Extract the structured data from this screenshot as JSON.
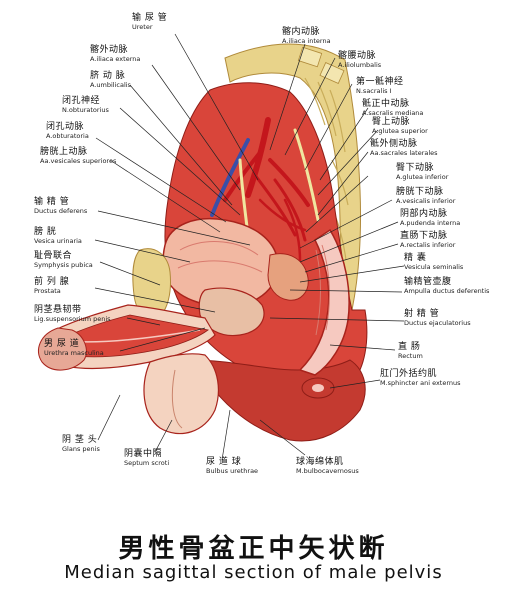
{
  "title_zh": "男性骨盆正中矢状断",
  "title_en": "Median sagittal section of male pelvis",
  "labels": {
    "ureter": {
      "zh": "输 尿 管",
      "la": "Ureter"
    },
    "iliaca_externa": {
      "zh": "髂外动脉",
      "la": "A.iliaca externa"
    },
    "umbilicalis": {
      "zh": "脐 动 脉",
      "la": "A.umbilicalis"
    },
    "n_obturatorius": {
      "zh": "闭孔神经",
      "la": "N.obturatorius"
    },
    "a_obturatoria": {
      "zh": "闭孔动脉",
      "la": "A.obturatoria"
    },
    "vesicales_sup": {
      "zh": "膀胱上动脉",
      "la": "Aa.vesicales superiores"
    },
    "ductus_deferens": {
      "zh": "输 精 管",
      "la": "Ductus deferens"
    },
    "vesica": {
      "zh": "膀   胱",
      "la": "Vesica urinaria"
    },
    "symphysis": {
      "zh": "耻骨联合",
      "la": "Symphysis pubica"
    },
    "prostata": {
      "zh": "前 列 腺",
      "la": "Prostata"
    },
    "lig_penis": {
      "zh": "阴茎悬韧带",
      "la": "Lig.suspensorium penis"
    },
    "urethra": {
      "zh": "男 尿 道",
      "la": "Urethra masculina"
    },
    "glans": {
      "zh": "阴 茎 头",
      "la": "Glans penis"
    },
    "septum": {
      "zh": "阴囊中隔",
      "la": "Septum scroti"
    },
    "bulbus": {
      "zh": "尿 道 球",
      "la": "Bulbus urethrae"
    },
    "bulbocav": {
      "zh": "球海绵体肌",
      "la": "M.bulbocavernosus"
    },
    "iliaca_interna": {
      "zh": "髂内动脉",
      "la": "A.iliaca interna"
    },
    "iliolumbalis": {
      "zh": "髂腰动脉",
      "la": "A.iliolumbalis"
    },
    "n_sacralis": {
      "zh": "第一骶神经",
      "la": "N.sacralis  I"
    },
    "sacralis_med": {
      "zh": "骶正中动脉",
      "la": "A.sacralis mediana"
    },
    "glutea_sup": {
      "zh": "臀上动脉",
      "la": "A.glutea superior"
    },
    "sacrales_lat": {
      "zh": "骶外侧动脉",
      "la": "Aa.sacrales laterales"
    },
    "glutea_inf": {
      "zh": "臀下动脉",
      "la": "A.glutea inferior"
    },
    "vesicalis_inf": {
      "zh": "膀胱下动脉",
      "la": "A.vesicalis inferior"
    },
    "pudenda": {
      "zh": "阴部内动脉",
      "la": "A.pudenda interna"
    },
    "rectalis_inf": {
      "zh": "直肠下动脉",
      "la": "A.rectalis inferior"
    },
    "vesicula": {
      "zh": "精   囊",
      "la": "Vesicula seminalis"
    },
    "ampulla": {
      "zh": "输精管壶腹",
      "la": "Ampulla ductus deferentis"
    },
    "ejaculatorius": {
      "zh": "射 精 管",
      "la": "Ductus ejaculatorius"
    },
    "rectum": {
      "zh": "直   肠",
      "la": "Rectum"
    },
    "sphincter": {
      "zh": "肛门外括约肌",
      "la": "M.sphincter ani externus"
    }
  },
  "colors": {
    "muscle": "#d9453a",
    "muscle_dark": "#a8231c",
    "flesh": "#f2b8a2",
    "bone": "#e8d38a",
    "bone_dark": "#c9ad5a",
    "artery": "#c4161c",
    "nerve": "#f0e6a0",
    "vein": "#3a4fa8",
    "mucosa": "#f6c9c0",
    "skin": "#f4d3c0"
  }
}
